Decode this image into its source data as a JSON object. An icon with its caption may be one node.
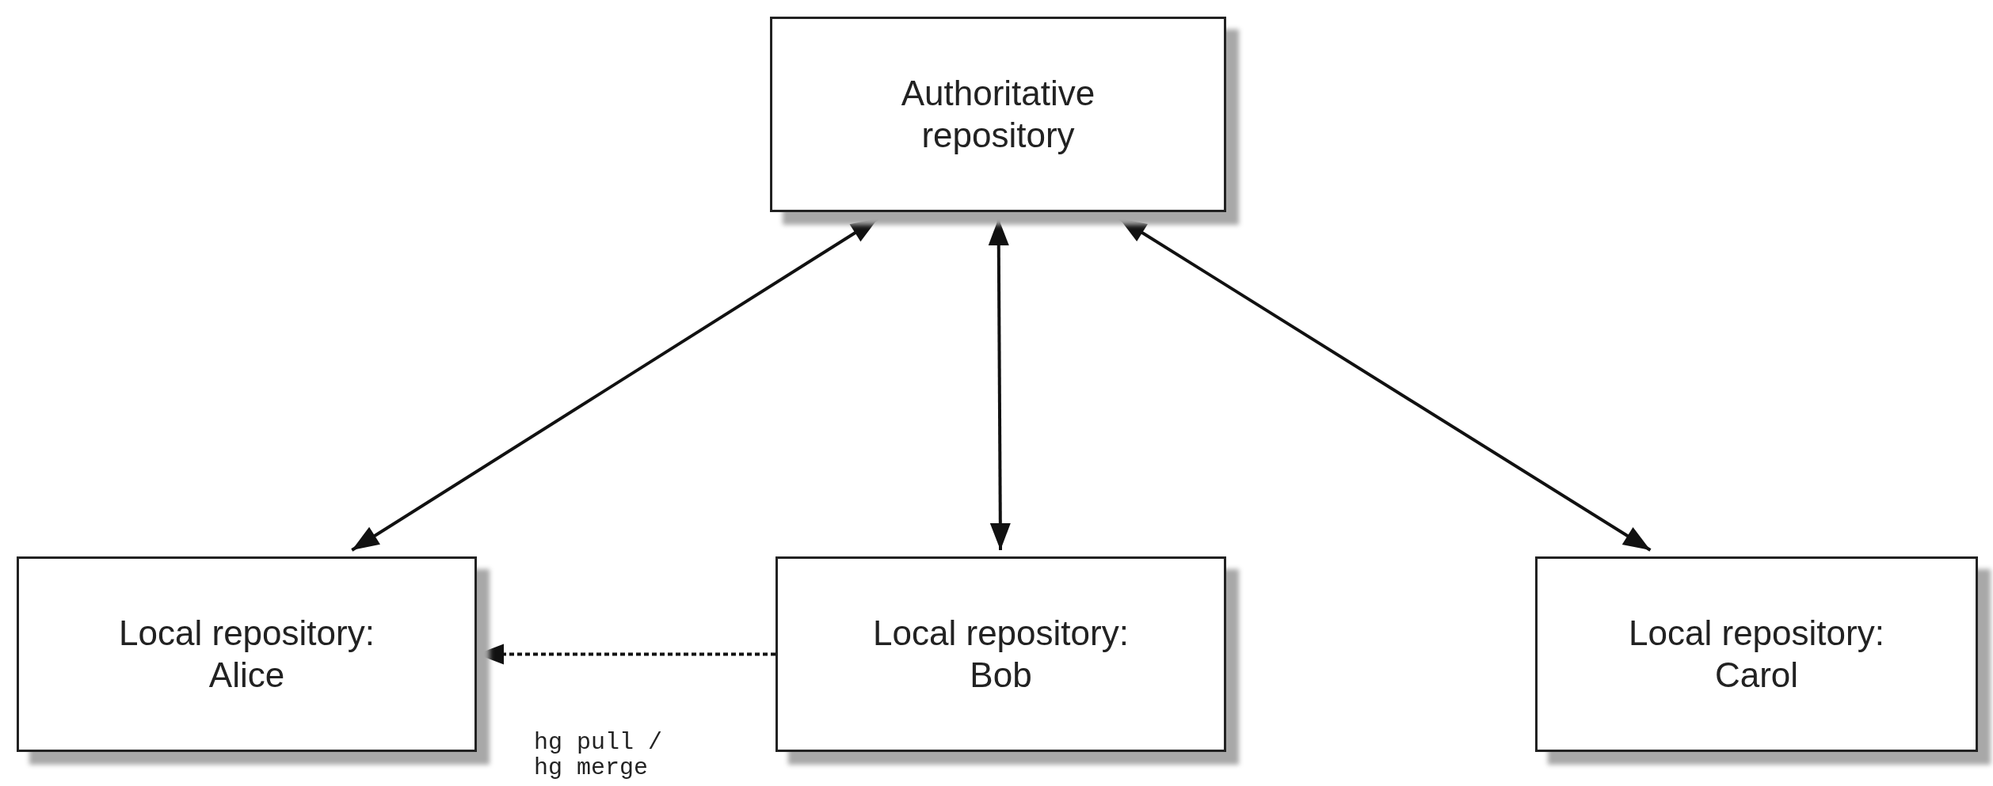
{
  "diagram": {
    "nodes": [
      {
        "text": [
          "Authoritative repository"
        ]
      },
      {
        "text": [
          "Local repository: Alice"
        ]
      },
      {
        "text": [
          "Local repository: Bob"
        ]
      },
      {
        "text": [
          "Local repository: Carol"
        ]
      }
    ],
    "edges": [
      {
        "from": 0,
        "to": 1,
        "arrow": "both"
      },
      {
        "from": 0,
        "to": 2,
        "arrow": "both"
      },
      {
        "from": 0,
        "to": 3,
        "arrow": "both"
      },
      {
        "from": 2,
        "to": 1,
        "arrow": "to",
        "style": "dashed",
        "label": "hg pull / hg merge"
      }
    ]
  }
}
